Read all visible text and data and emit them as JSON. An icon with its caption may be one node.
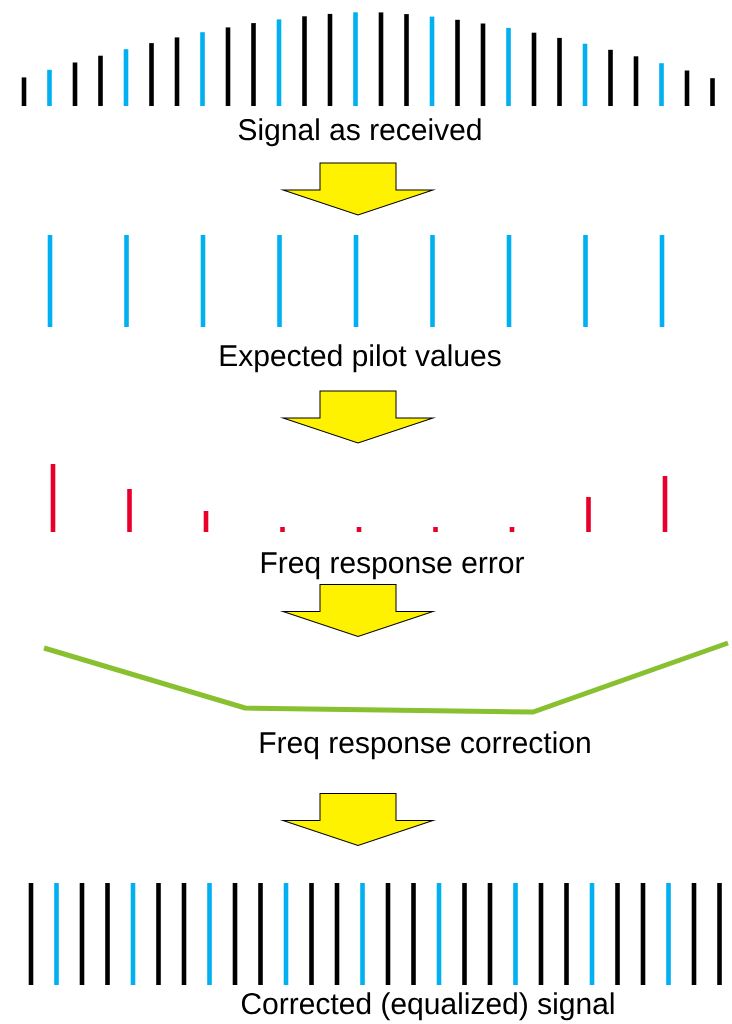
{
  "diagram": {
    "nodes": [
      {
        "text": [
          "Signal as received"
        ]
      },
      {
        "text": [
          "Expected pilot values"
        ]
      },
      {
        "text": [
          "Freq response error"
        ]
      },
      {
        "text": [
          "Freq response correction"
        ]
      },
      {
        "text": [
          "Corrected (equalized) signal"
        ]
      }
    ],
    "edges": [
      {
        "from": 0,
        "to": 1,
        "arrow": "to"
      },
      {
        "from": 1,
        "to": 2,
        "arrow": "to"
      },
      {
        "from": 2,
        "to": 3,
        "arrow": "to"
      },
      {
        "from": 3,
        "to": 4,
        "arrow": "to"
      }
    ]
  }
}
